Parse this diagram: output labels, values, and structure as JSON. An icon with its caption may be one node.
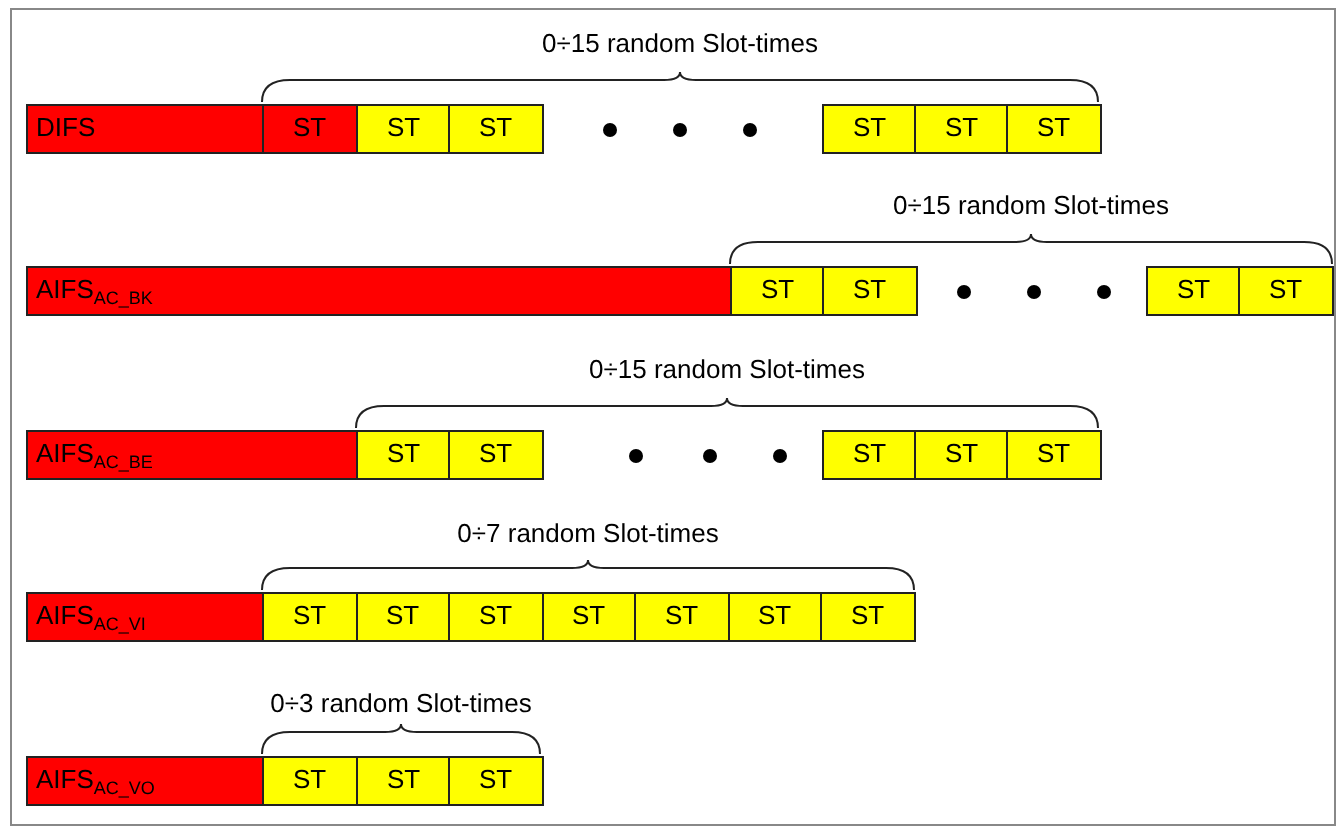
{
  "diagram": {
    "nodes": [
      {
        "text": [
          "DIFS"
        ]
      },
      {
        "text": [
          "ST"
        ]
      },
      {
        "text": [
          "ST"
        ]
      },
      {
        "text": [
          "ST"
        ]
      },
      {
        "text": [
          "ST"
        ]
      },
      {
        "text": [
          "ST"
        ]
      },
      {
        "text": [
          "ST"
        ]
      },
      {
        "text": [
          "AIFS$_{AC_BK}$"
        ]
      },
      {
        "text": [
          "ST"
        ]
      },
      {
        "text": [
          "ST"
        ]
      },
      {
        "text": [
          "ST"
        ]
      },
      {
        "text": [
          "ST"
        ]
      },
      {
        "text": [
          "AIFS$_{AC_BE}$"
        ]
      },
      {
        "text": [
          "ST"
        ]
      },
      {
        "text": [
          "ST"
        ]
      },
      {
        "text": [
          "ST"
        ]
      },
      {
        "text": [
          "ST"
        ]
      },
      {
        "text": [
          "ST"
        ]
      },
      {
        "text": [
          "AIFS$_{AC_VI}$"
        ]
      },
      {
        "text": [
          "ST"
        ]
      },
      {
        "text": [
          "ST"
        ]
      },
      {
        "text": [
          "ST"
        ]
      },
      {
        "text": [
          "ST"
        ]
      },
      {
        "text": [
          "ST"
        ]
      },
      {
        "text": [
          "ST"
        ]
      },
      {
        "text": [
          "ST"
        ]
      },
      {
        "text": [
          "AIFS$_{AC_VO}$"
        ]
      },
      {
        "text": [
          "ST"
        ]
      },
      {
        "text": [
          "ST"
        ]
      },
      {
        "text": [
          "ST"
        ]
      }
    ],
    "labels": [
      "0÷15 random Slot-times",
      "0÷15 random Slot-times",
      "0÷15 random Slot-times",
      "0÷7 random Slot-times",
      "0÷3 random Slot-times"
    ]
  }
}
